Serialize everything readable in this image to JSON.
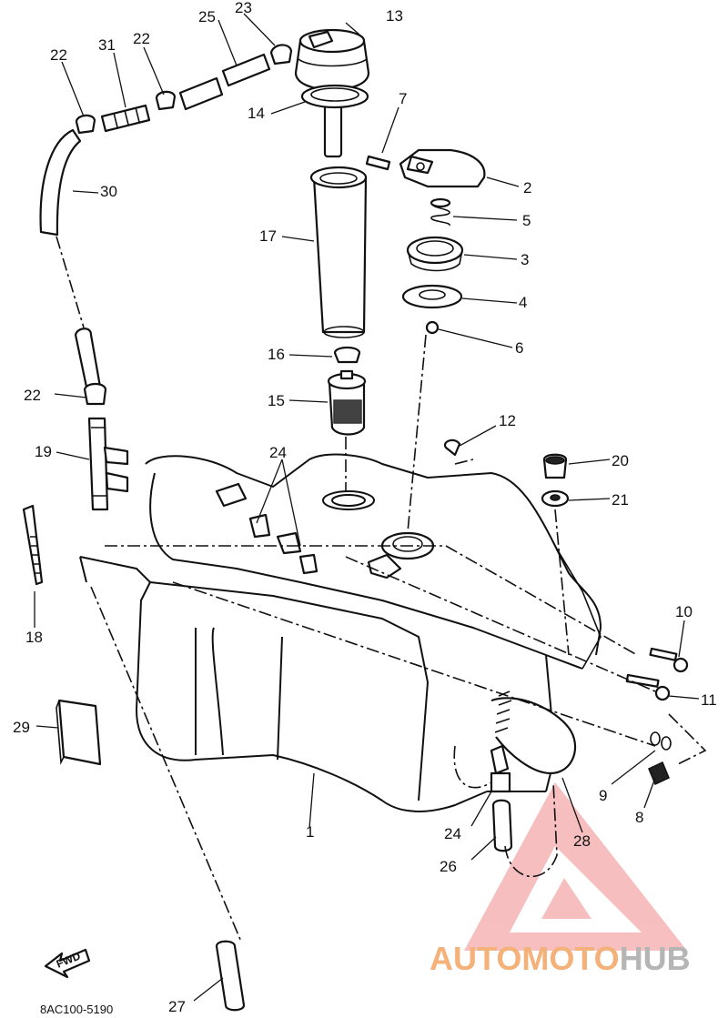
{
  "labels": {
    "p1": "1",
    "p2": "2",
    "p3": "3",
    "p4": "4",
    "p5": "5",
    "p6": "6",
    "p7": "7",
    "p8": "8",
    "p9": "9",
    "p10": "10",
    "p11": "11",
    "p12": "12",
    "p13": "13",
    "p14": "14",
    "p15": "15",
    "p16": "16",
    "p17": "17",
    "p18": "18",
    "p19": "19",
    "p20": "20",
    "p21": "21",
    "p22a": "22",
    "p22b": "22",
    "p22c": "22",
    "p23": "23",
    "p24a": "24",
    "p24b": "24",
    "p25": "25",
    "p26": "26",
    "p27": "27",
    "p28": "28",
    "p29": "29",
    "p30": "30",
    "p31": "31"
  },
  "fwd_label": "FWD",
  "diagram_code": "8AC100-5190",
  "watermark": {
    "part1": "AUTO",
    "part2": "MOTO",
    "part3": "HUB"
  },
  "colors": {
    "watermark_orange": "#f4b17a",
    "watermark_gray": "#b5b5b5",
    "watermark_triangle": "#f08a8a",
    "line": "#111111"
  }
}
